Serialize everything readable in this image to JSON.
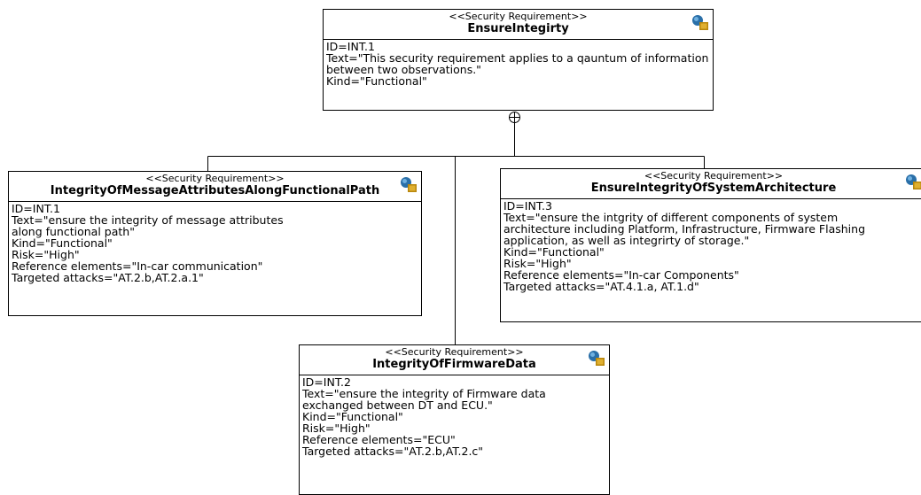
{
  "diagram": {
    "blocks": {
      "root": {
        "stereotype": "<<Security Requirement>>",
        "name": "EnsureIntegirty",
        "icon": "requirement-icon",
        "properties": [
          "ID=INT.1",
          "Text=\"This security requirement applies to a qauntum of information between two observations.\"",
          "Kind=\"Functional\""
        ]
      },
      "message_attributes": {
        "stereotype": "<<Security Requirement>>",
        "name": "IntegrityOfMessageAttributesAlongFunctionalPath",
        "icon": "requirement-icon",
        "properties": [
          "ID=INT.1",
          "Text=\"ensure the integrity of message attributes\nalong functional path\"",
          "Kind=\"Functional\"",
          "Risk=\"High\"",
          "Reference elements=\"In-car communication\"",
          "Targeted attacks=\"AT.2.b,AT.2.a.1\""
        ]
      },
      "system_architecture": {
        "stereotype": "<<Security Requirement>>",
        "name": "EnsureIntegrityOfSystemArchitecture",
        "icon": "requirement-icon",
        "properties": [
          "ID=INT.3",
          "Text=\"ensure the intgrity of different components of system architecture including Platform, Infrastructure, Firmware Flashing application, as well as integrirty of storage.\"",
          "Kind=\"Functional\"",
          "Risk=\"High\"",
          "Reference elements=\"In-car Components\"",
          "Targeted attacks=\"AT.4.1.a, AT.1.d\""
        ]
      },
      "firmware_data": {
        "stereotype": "<<Security Requirement>>",
        "name": "IntegrityOfFirmwareData",
        "icon": "requirement-icon",
        "properties": [
          "ID=INT.2",
          "Text=\"ensure the integrity of Firmware data exchanged between DT and ECU.\"",
          "Kind=\"Functional\"",
          "Risk=\"High\"",
          "Reference elements=\"ECU\"",
          "Targeted attacks=\"AT.2.b,AT.2.c\""
        ]
      }
    },
    "connector": {
      "type": "containment",
      "symbol": "circle-plus-icon",
      "parent": "root",
      "children": [
        "message_attributes",
        "firmware_data",
        "system_architecture"
      ]
    }
  }
}
